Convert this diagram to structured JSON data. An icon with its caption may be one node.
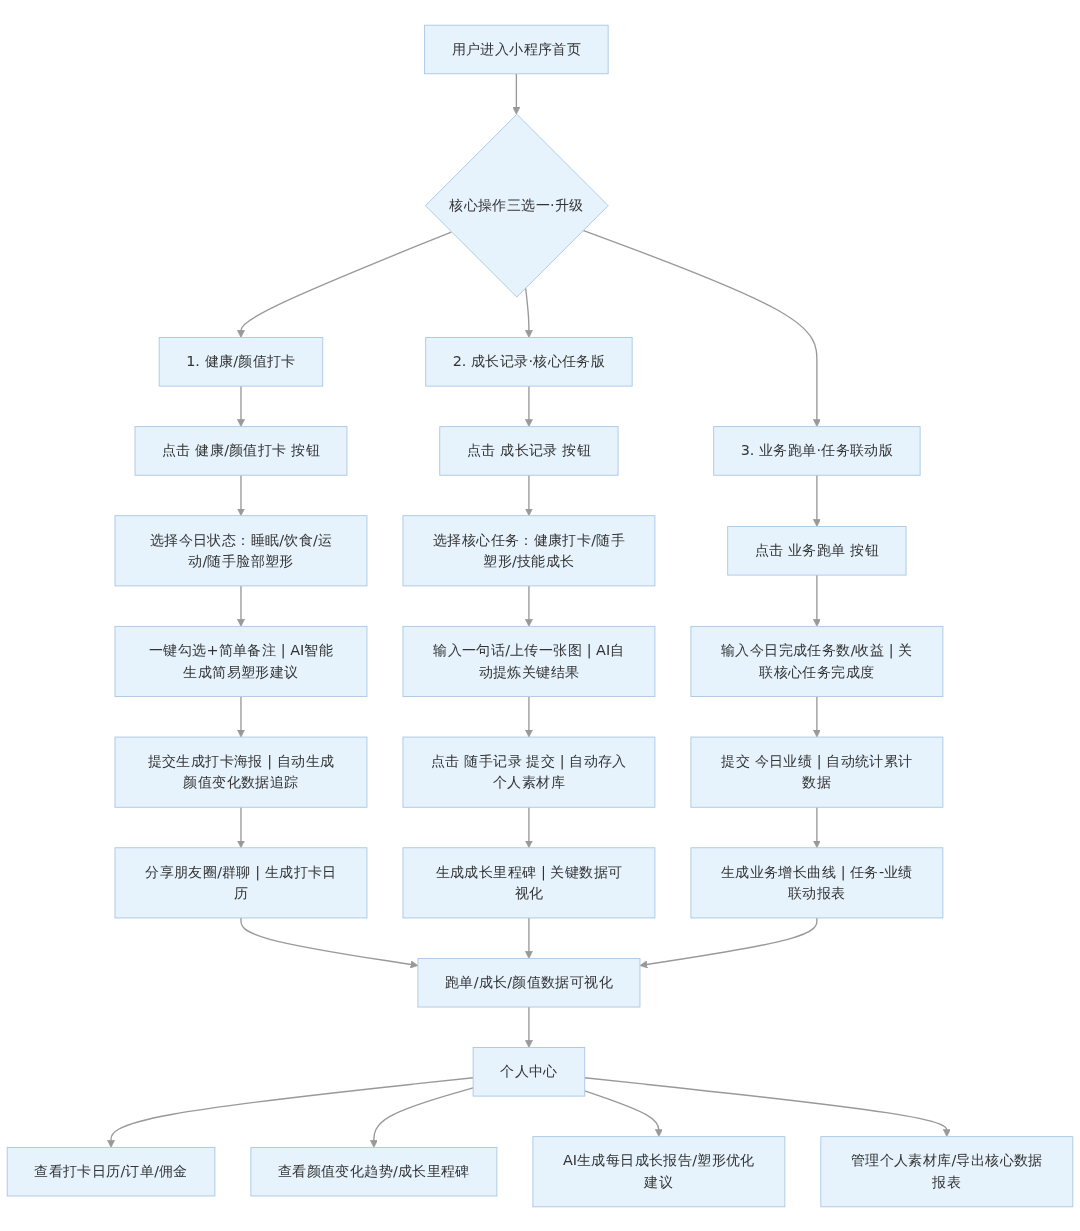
{
  "diagram": {
    "nodes": [
      {
        "text": [
          "用户进入小程序首页"
        ]
      },
      {
        "text": [
          "核心操作三选一·升级"
        ]
      },
      {
        "text": [
          "1. 健康/颜值打卡"
        ]
      },
      {
        "text": [
          "点击 健康/颜值打卡 按钮"
        ]
      },
      {
        "text": [
          "选择今日状态：睡眠/饮食/运动/随手脸部塑形"
        ]
      },
      {
        "text": [
          "一键勾选+简单备注 | AI智能生成简易塑形建议"
        ]
      },
      {
        "text": [
          "提交生成打卡海报 | 自动生成颜值变化数据追踪"
        ]
      },
      {
        "text": [
          "分享朋友圈/群聊 | 生成打卡日历"
        ]
      },
      {
        "text": [
          "2. 成长记录·核心任务版"
        ]
      },
      {
        "text": [
          "点击 成长记录 按钮"
        ]
      },
      {
        "text": [
          "选择核心任务：健康打卡/随手塑形/技能成长"
        ]
      },
      {
        "text": [
          "输入一句话/上传一张图 | AI自动提炼关键结果"
        ]
      },
      {
        "text": [
          "点击 随手记录 提交 | 自动存入个人素材库"
        ]
      },
      {
        "text": [
          "生成成长里程碑 | 关键数据可视化"
        ]
      },
      {
        "text": [
          "3. 业务跑单·任务联动版"
        ]
      },
      {
        "text": [
          "点击 业务跑单 按钮"
        ]
      },
      {
        "text": [
          "输入今日完成任务数/收益 | 关联核心任务完成度"
        ]
      },
      {
        "text": [
          "提交 今日业绩 | 自动统计累计数据"
        ]
      },
      {
        "text": [
          "生成业务增长曲线 | 任务-业绩联动报表"
        ]
      },
      {
        "text": [
          "跑单/成长/颜值数据可视化"
        ]
      },
      {
        "text": [
          "个人中心"
        ]
      },
      {
        "text": [
          "查看打卡日历/订单/佣金"
        ]
      },
      {
        "text": [
          "查看颜值变化趋势/成长里程碑"
        ]
      },
      {
        "text": [
          "AI生成每日成长报告/塑形优化建议"
        ]
      },
      {
        "text": [
          "管理个人素材库/导出核心数据报表"
        ]
      }
    ],
    "edges": [
      {
        "from": 0,
        "to": 1,
        "arrow": "to"
      },
      {
        "from": 1,
        "to": 2,
        "arrow": "to"
      },
      {
        "from": 1,
        "to": 8,
        "arrow": "to"
      },
      {
        "from": 1,
        "to": 14,
        "arrow": "to"
      },
      {
        "from": 2,
        "to": 3,
        "arrow": "to"
      },
      {
        "from": 3,
        "to": 4,
        "arrow": "to"
      },
      {
        "from": 4,
        "to": 5,
        "arrow": "to"
      },
      {
        "from": 5,
        "to": 6,
        "arrow": "to"
      },
      {
        "from": 6,
        "to": 7,
        "arrow": "to"
      },
      {
        "from": 8,
        "to": 9,
        "arrow": "to"
      },
      {
        "from": 9,
        "to": 10,
        "arrow": "to"
      },
      {
        "from": 10,
        "to": 11,
        "arrow": "to"
      },
      {
        "from": 11,
        "to": 12,
        "arrow": "to"
      },
      {
        "from": 12,
        "to": 13,
        "arrow": "to"
      },
      {
        "from": 14,
        "to": 15,
        "arrow": "to"
      },
      {
        "from": 15,
        "to": 16,
        "arrow": "to"
      },
      {
        "from": 16,
        "to": 17,
        "arrow": "to"
      },
      {
        "from": 17,
        "to": 18,
        "arrow": "to"
      },
      {
        "from": 7,
        "to": 19,
        "arrow": "to"
      },
      {
        "from": 13,
        "to": 19,
        "arrow": "to"
      },
      {
        "from": 18,
        "to": 19,
        "arrow": "to"
      },
      {
        "from": 19,
        "to": 20,
        "arrow": "to"
      },
      {
        "from": 20,
        "to": 21,
        "arrow": "to"
      },
      {
        "from": 20,
        "to": 22,
        "arrow": "to"
      },
      {
        "from": 20,
        "to": 23,
        "arrow": "to"
      },
      {
        "from": 20,
        "to": 24,
        "arrow": "to"
      }
    ]
  }
}
